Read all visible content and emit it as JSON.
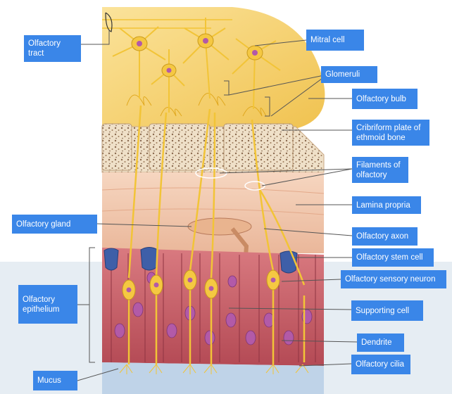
{
  "labels": {
    "olfactory_tract": "Olfactory\ntract",
    "mitral_cell": "Mitral cell",
    "glomeruli": "Glomeruli",
    "olfactory_bulb": "Olfactory bulb",
    "cribriform_plate": "Cribriform plate of\nethmoid bone",
    "filaments": "Filaments of\nolfactory",
    "lamina_propria": "Lamina propria",
    "olfactory_gland": "Olfactory gland",
    "olfactory_axon": "Olfactory axon",
    "olfactory_stem_cell": "Olfactory stem cell",
    "olfactory_epithelium": "Olfactory\nepithelium",
    "olfactory_sensory_neuron": "Olfactory sensory neuron",
    "supporting_cell": "Supporting cell",
    "dendrite": "Dendrite",
    "mucus": "Mucus",
    "olfactory_cilia": "Olfactory cilia"
  },
  "colors": {
    "label_bg": "#3a86e8",
    "label_text": "#ffffff",
    "bulb": "#f5cf6b",
    "neuron": "#f2c437",
    "bone": "#efe0c8",
    "lamina": "#f1c7ad",
    "epithelium": "#c95f66",
    "nucleus": "#b25aa8",
    "stem_cell": "#3e5fa8",
    "mucus": "#bfd3e8",
    "leader": "#555555"
  },
  "icons": [
    "mitral-cell-glyph",
    "bone-texture",
    "cilia-strokes"
  ]
}
